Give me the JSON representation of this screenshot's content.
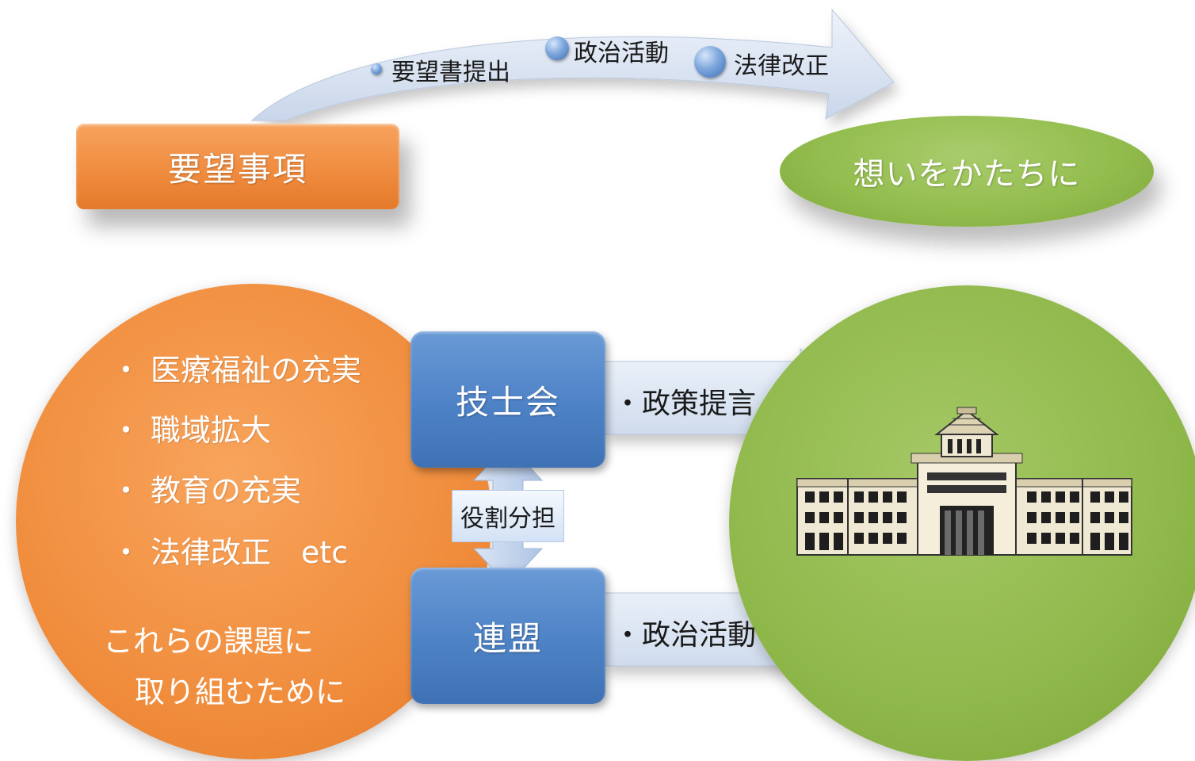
{
  "flow": {
    "steps": [
      "要望書提出",
      "政治活動",
      "法律改正"
    ],
    "start": "要望事項",
    "goal": "想いをかたちに"
  },
  "issues": {
    "items": [
      "医療福祉の充実",
      "職域拡大",
      "教育の充実",
      "法律改正　etc"
    ],
    "bullet": "・",
    "closing_line1": "これらの課題に",
    "closing_line2": "取り組むために"
  },
  "organizations": {
    "top": "技士会",
    "bottom": "連盟",
    "link": "役割分担"
  },
  "actions": {
    "top": "・政策提言",
    "bottom": "・政治活動"
  },
  "target": {
    "icon": "diet-building-icon"
  },
  "colors": {
    "orange": "#ef8a3c",
    "green": "#8fb84b",
    "blue": "#4d82c6",
    "arrow": "#dbe5f3"
  }
}
